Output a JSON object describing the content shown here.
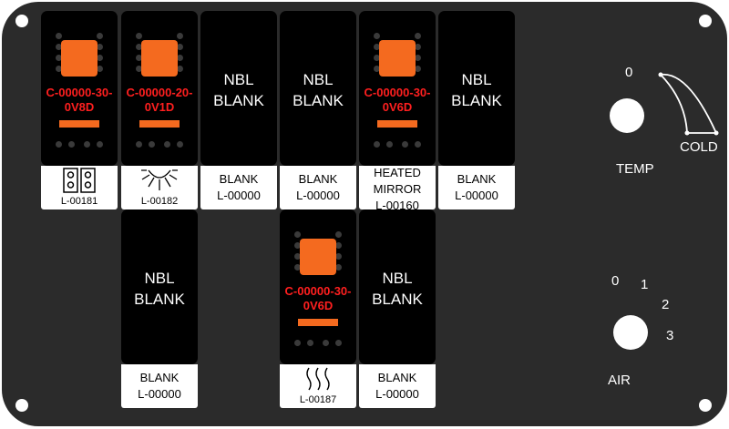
{
  "switches": [
    {
      "code_line1": "C-00000-30-",
      "code_line2": "0V8D",
      "label_code": "L-00181"
    },
    {
      "code_line1": "C-00000-20-",
      "code_line2": "0V1D",
      "label_code": "L-00182"
    },
    {
      "nbl_line1": "NBL",
      "nbl_line2": "BLANK",
      "label_line1": "BLANK",
      "label_line2": "L-00000"
    },
    {
      "nbl_line1": "NBL",
      "nbl_line2": "BLANK",
      "label_line1": "BLANK",
      "label_line2": "L-00000"
    },
    {
      "code_line1": "C-00000-30-",
      "code_line2": "0V6D",
      "label_line1": "HEATED",
      "label_line2": "MIRROR",
      "label_line3": "L-00160"
    },
    {
      "nbl_line1": "NBL",
      "nbl_line2": "BLANK",
      "label_line1": "BLANK",
      "label_line2": "L-00000"
    },
    {
      "nbl_line1": "NBL",
      "nbl_line2": "BLANK",
      "label_line1": "BLANK",
      "label_line2": "L-00000"
    },
    {
      "code_line1": "C-00000-30-",
      "code_line2": "0V6D",
      "label_code": "L-00187"
    },
    {
      "nbl_line1": "NBL",
      "nbl_line2": "BLANK",
      "label_line1": "BLANK",
      "label_line2": "L-00000"
    }
  ],
  "temp": {
    "label": "TEMP",
    "zero": "0",
    "cold": "COLD"
  },
  "air": {
    "label": "AIR",
    "positions": [
      "0",
      "1",
      "2",
      "3"
    ]
  },
  "colors": {
    "panel": "#2b2b2b",
    "rocker": "#000000",
    "led": "#f46a1f",
    "code_text": "#ff1f1f"
  }
}
